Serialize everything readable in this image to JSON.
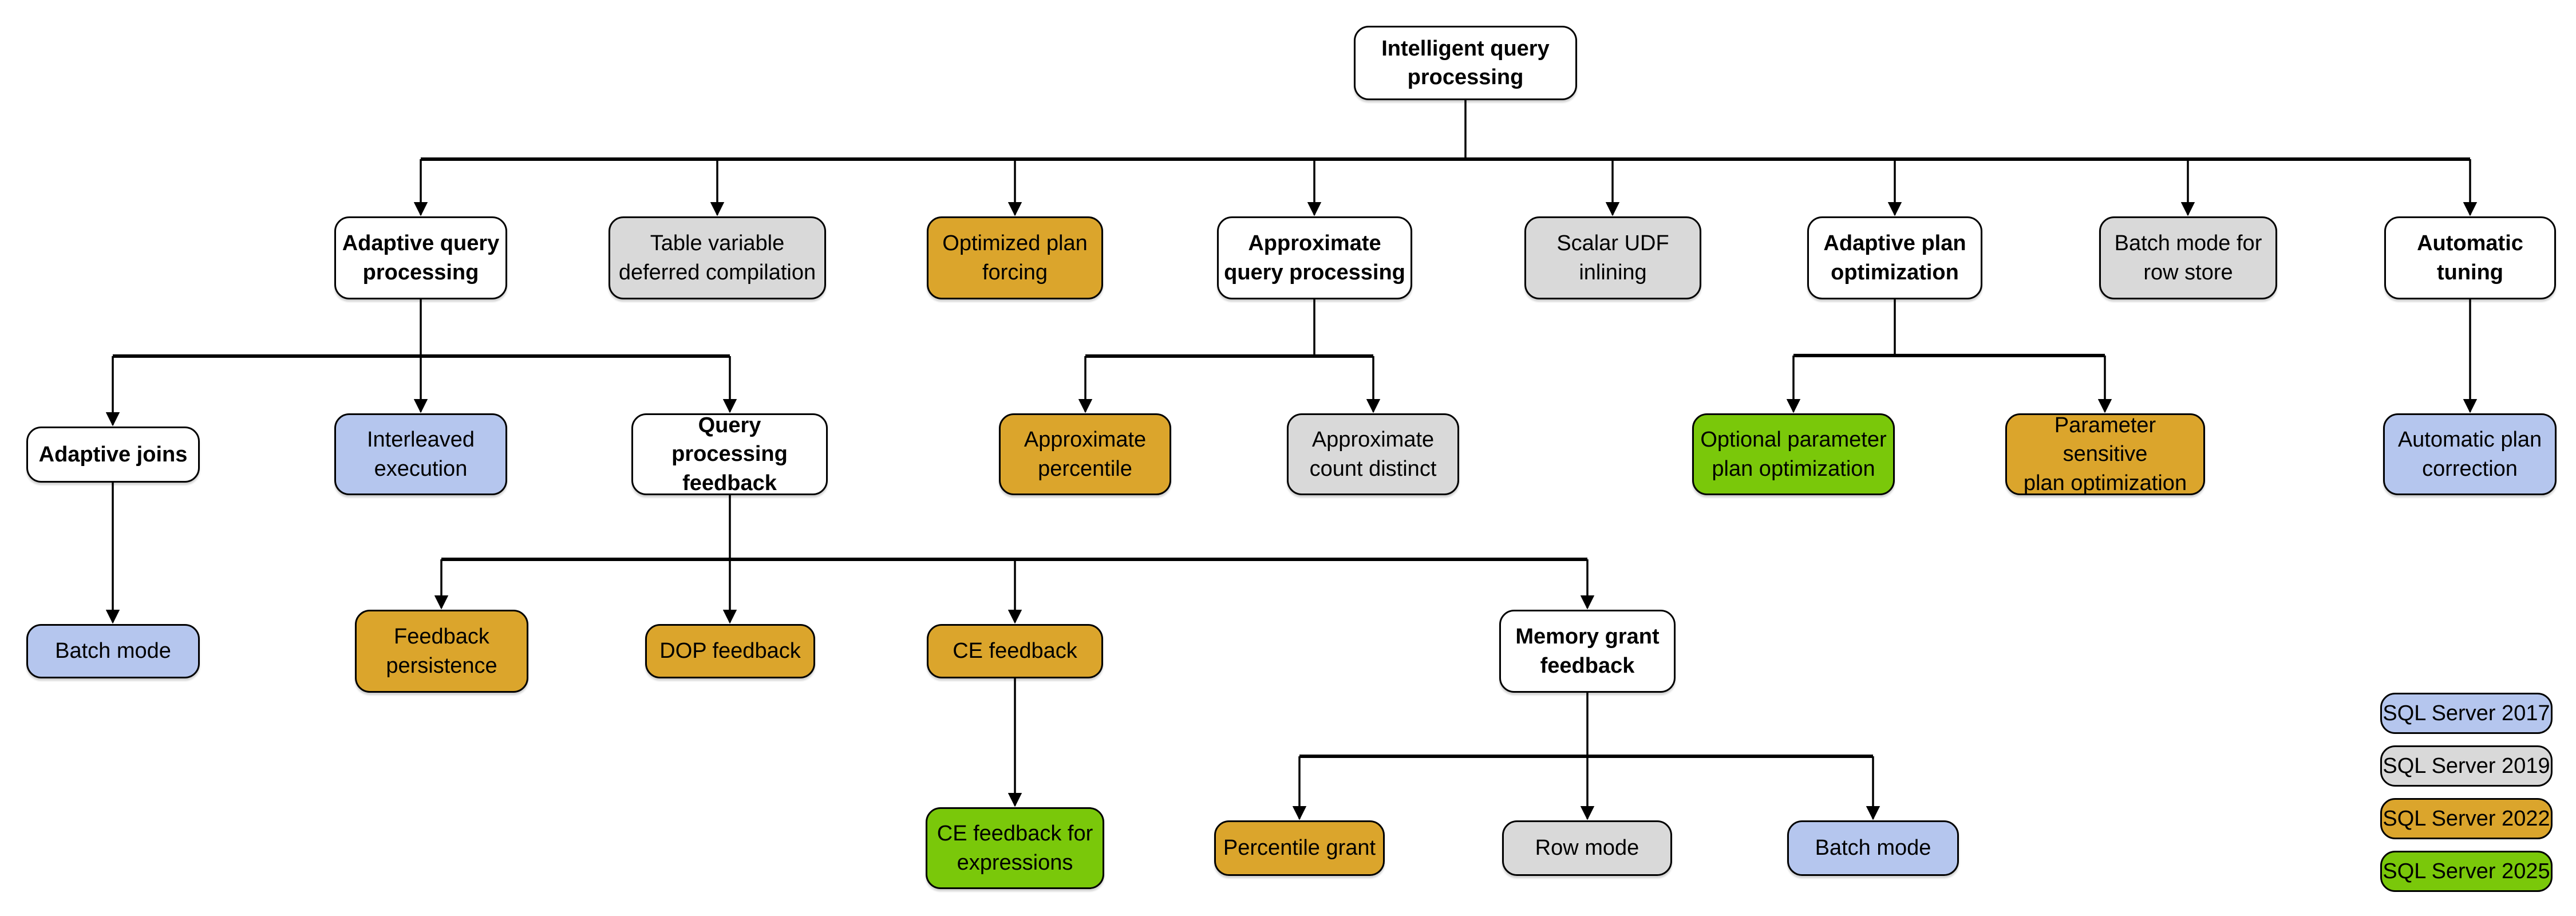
{
  "diagram_title": "Intelligent query processing feature family",
  "colors": {
    "base": "#ffffff",
    "v2017": "#b5c6ee",
    "v2019": "#d9d9d9",
    "v2022": "#dba52c",
    "v2025": "#7ac80a",
    "line": "#000000",
    "border": "#000000"
  },
  "nodes": {
    "root": {
      "label": "Intelligent query\nprocessing",
      "version": "base"
    },
    "aqp": {
      "label": "Adaptive query\nprocessing",
      "version": "base"
    },
    "tvdc": {
      "label": "Table variable\ndeferred compilation",
      "version": "v2019"
    },
    "opf": {
      "label": "Optimized plan\nforcing",
      "version": "v2022"
    },
    "approxqp": {
      "label": "Approximate\nquery processing",
      "version": "base"
    },
    "sudf": {
      "label": "Scalar UDF\ninlining",
      "version": "v2019"
    },
    "apo": {
      "label": "Adaptive plan\noptimization",
      "version": "base"
    },
    "bmrs": {
      "label": "Batch mode for\nrow store",
      "version": "v2019"
    },
    "at": {
      "label": "Automatic\ntuning",
      "version": "base"
    },
    "aj": {
      "label": "Adaptive joins",
      "version": "base"
    },
    "ie": {
      "label": "Interleaved\nexecution",
      "version": "v2017"
    },
    "qpf": {
      "label": "Query processing\nfeedback",
      "version": "base"
    },
    "ap": {
      "label": "Approximate\npercentile",
      "version": "v2022"
    },
    "acd": {
      "label": "Approximate\ncount distinct",
      "version": "v2019"
    },
    "oppo": {
      "label": "Optional parameter\nplan optimization",
      "version": "v2025"
    },
    "pspo": {
      "label": "Parameter sensitive\nplan optimization",
      "version": "v2022"
    },
    "apc": {
      "label": "Automatic plan\ncorrection",
      "version": "v2017"
    },
    "bm1": {
      "label": "Batch mode",
      "version": "v2017"
    },
    "fp": {
      "label": "Feedback\npersistence",
      "version": "v2022"
    },
    "dop": {
      "label": "DOP feedback",
      "version": "v2022"
    },
    "cef": {
      "label": "CE feedback",
      "version": "v2022"
    },
    "mgf": {
      "label": "Memory grant\nfeedback",
      "version": "base"
    },
    "cefe": {
      "label": "CE feedback for\nexpressions",
      "version": "v2025"
    },
    "pg": {
      "label": "Percentile grant",
      "version": "v2022"
    },
    "rm": {
      "label": "Row mode",
      "version": "v2019"
    },
    "bm2": {
      "label": "Batch mode",
      "version": "v2017"
    }
  },
  "legend": {
    "items": [
      {
        "label": "SQL Server 2017",
        "version": "v2017",
        "color": "#b5c6ee"
      },
      {
        "label": "SQL Server 2019",
        "version": "v2019",
        "color": "#d9d9d9"
      },
      {
        "label": "SQL Server 2022",
        "version": "v2022",
        "color": "#dba52c"
      },
      {
        "label": "SQL Server 2025",
        "version": "v2025",
        "color": "#7ac80a"
      }
    ]
  }
}
